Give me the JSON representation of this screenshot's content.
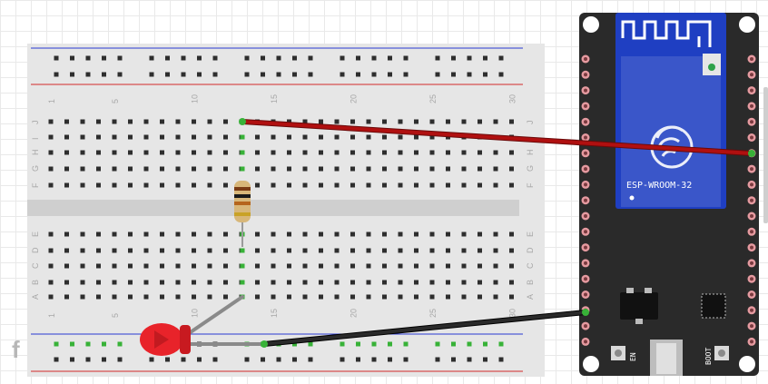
{
  "breadboard": {
    "col_numbers": [
      "1",
      "5",
      "10",
      "15",
      "20",
      "25",
      "30"
    ],
    "row_letters_top": [
      "J",
      "I",
      "H",
      "G",
      "F"
    ],
    "row_letters_bottom": [
      "E",
      "D",
      "C",
      "B",
      "A"
    ]
  },
  "esp32": {
    "module_label": "ESP-WROOM-32",
    "button_en": "EN",
    "button_boot": "BOOT"
  },
  "watermark": "f",
  "colors": {
    "board_bg": "#e6e6e6",
    "rail_red": "#d22b2b",
    "rail_blue": "#2b3ad2",
    "wire_red": "#a30f0f",
    "wire_black": "#1a1a1a",
    "wire_gray": "#8a8a8a",
    "led_red": "#e8232a",
    "esp_body": "#2a2a2a",
    "esp_module": "#1f3fc2",
    "pin_pink": "#e59aa0"
  },
  "components": [
    "breadboard",
    "resistor",
    "red-led",
    "esp32-devkit",
    "red-wire",
    "black-wire",
    "gray-wire"
  ]
}
